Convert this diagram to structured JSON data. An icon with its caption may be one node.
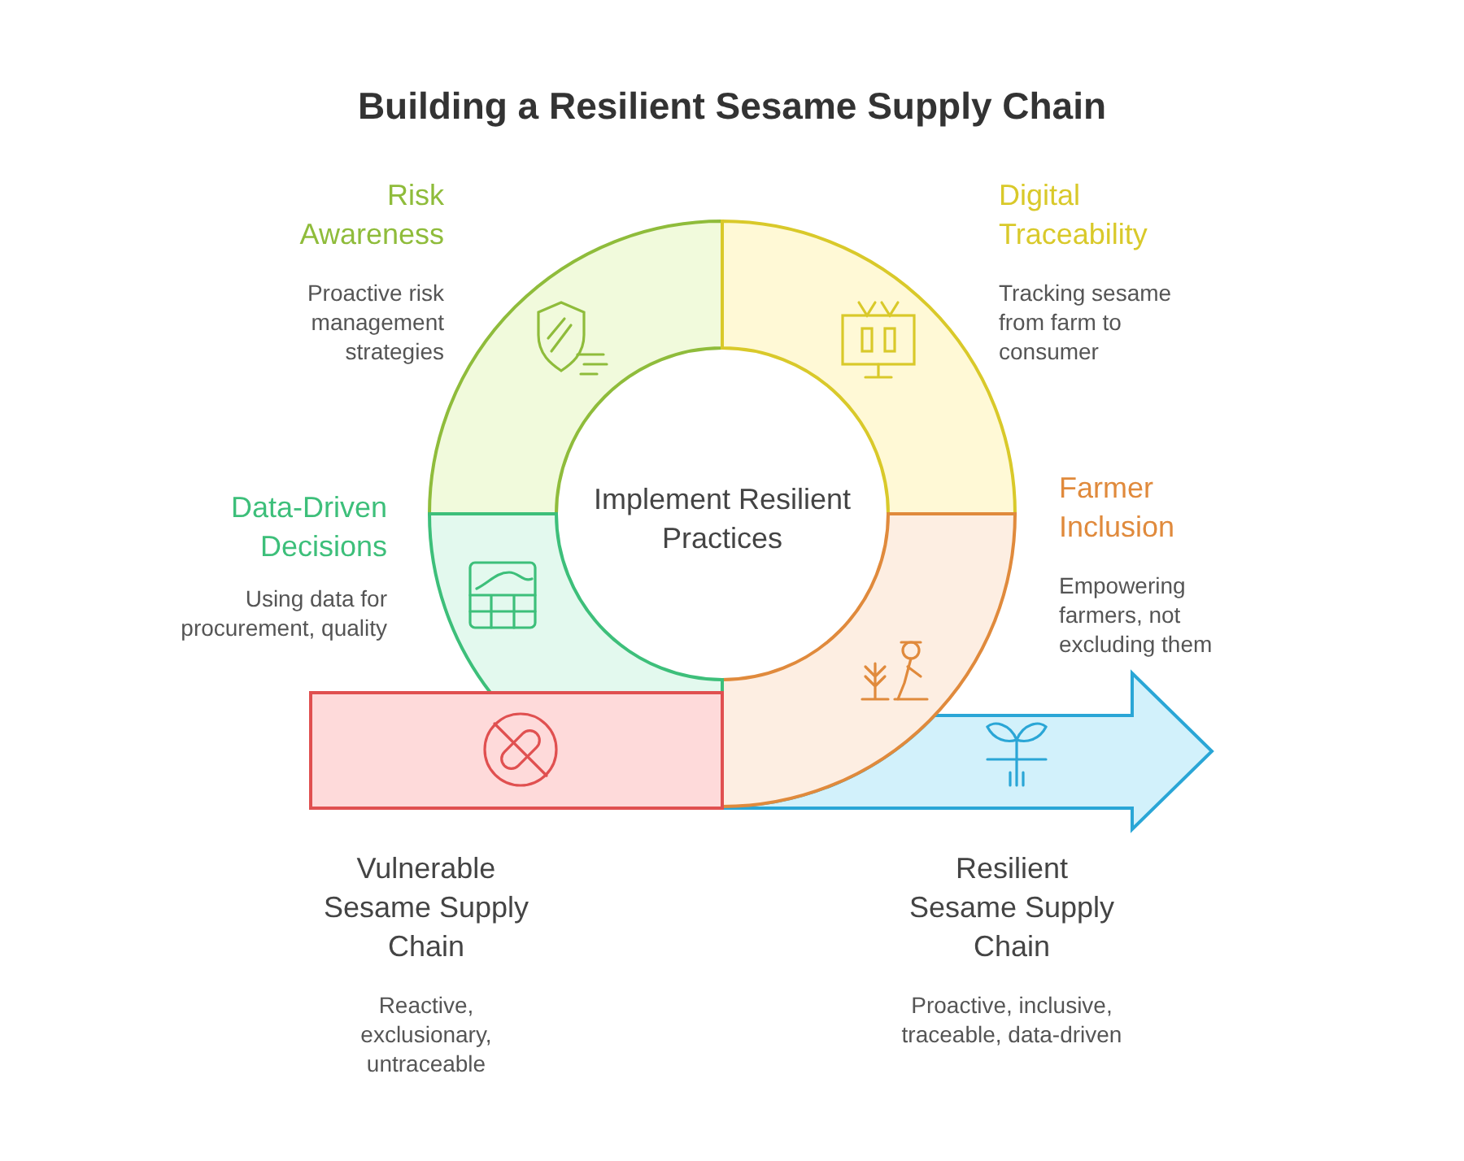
{
  "diagram": {
    "title": "Building a Resilient Sesame Supply Chain",
    "nodes": [
      {
        "text": [
          "Risk Awareness",
          "Proactive risk management strategies"
        ]
      },
      {
        "text": [
          "Digital Traceability",
          "Tracking sesame from farm to consumer"
        ]
      },
      {
        "text": [
          "Farmer Inclusion",
          "Empowering farmers, not excluding them"
        ]
      },
      {
        "text": [
          "Data-Driven Decisions",
          "Using data for procurement, quality"
        ]
      },
      {
        "text": [
          "Vulnerable Sesame Supply Chain",
          "Reactive, exclusionary, untraceable"
        ]
      },
      {
        "text": [
          "Resilient Sesame Supply Chain",
          "Proactive, inclusive, traceable, data-driven"
        ]
      }
    ],
    "labels": [
      "Implement Resilient Practices"
    ]
  }
}
